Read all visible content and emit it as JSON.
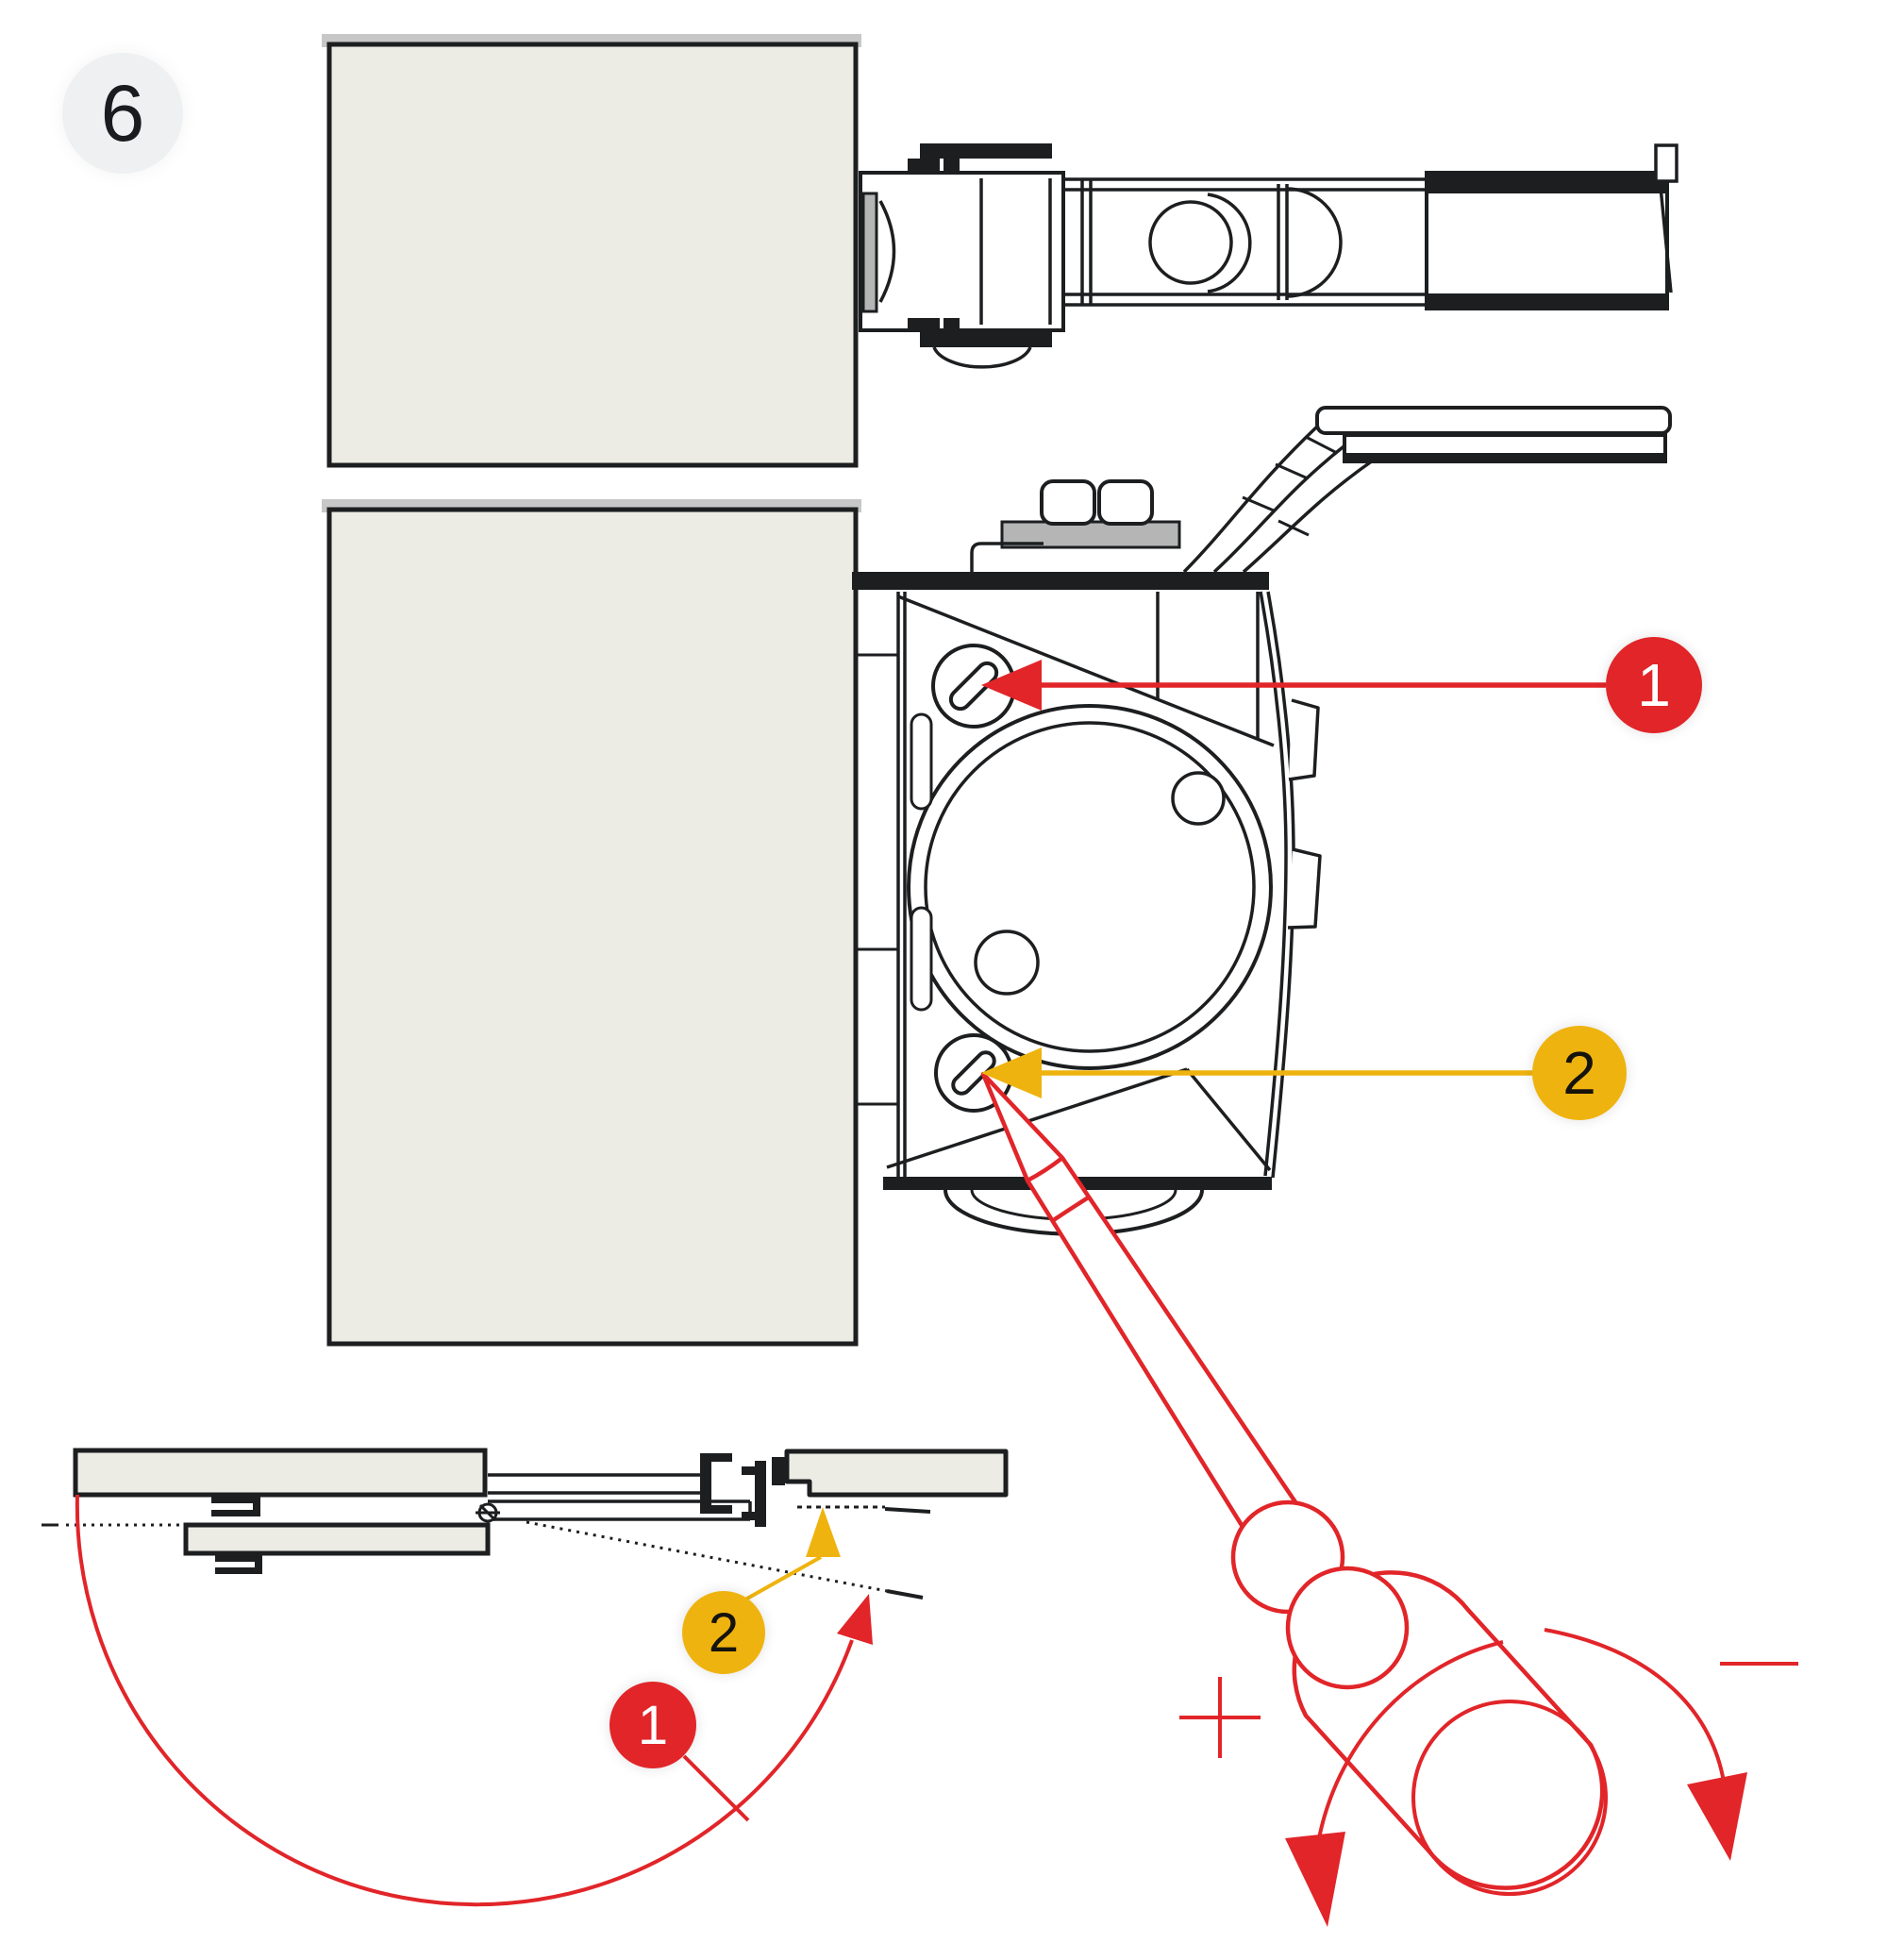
{
  "step_number": "6",
  "callouts": {
    "hinge_screw_1": {
      "label": "1",
      "color": "#e12529"
    },
    "hinge_screw_2": {
      "label": "2",
      "color": "#efb30f"
    },
    "swing_1": {
      "label": "1",
      "color": "#e12529"
    },
    "swing_2": {
      "label": "2",
      "color": "#efb30f"
    }
  },
  "rotation": {
    "increase_label": "+",
    "decrease_label": "−"
  },
  "colors": {
    "line": "#1c1e20",
    "accent-red": "#e12529",
    "accent-yellow": "#efb30f",
    "panel": "#ecece5",
    "metal-gray": "#b5b5b5",
    "badge-bg": "#eef0f1",
    "badge-text": "#191b1e"
  },
  "icons": {
    "plus-icon": "+",
    "minus-icon": "−",
    "arrow-left-icon": "◀",
    "arrow-up-icon": "▲",
    "rotate-increase-arrow": "⟲",
    "rotate-decrease-arrow": "⟳"
  }
}
